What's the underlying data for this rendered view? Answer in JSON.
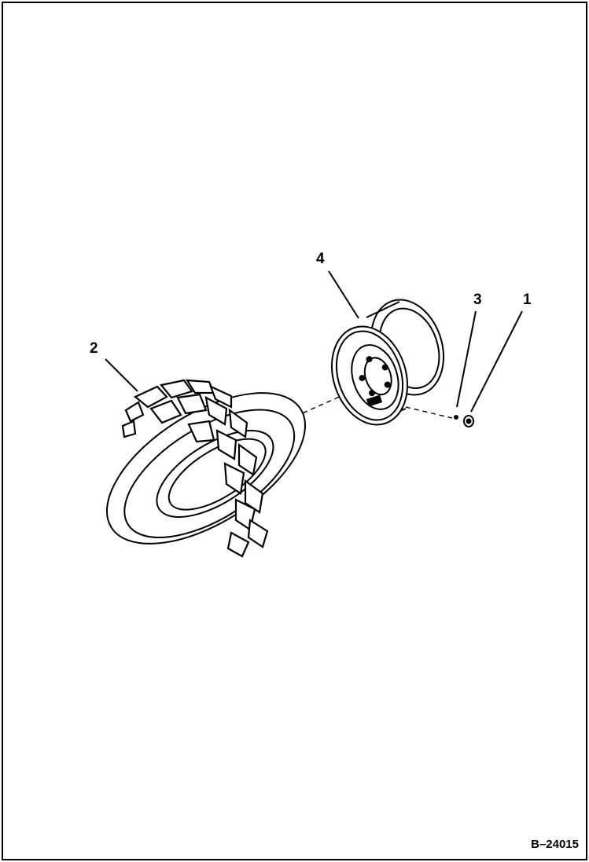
{
  "callouts": [
    {
      "id": "1",
      "label": "1"
    },
    {
      "id": "2",
      "label": "2"
    },
    {
      "id": "3",
      "label": "3"
    },
    {
      "id": "4",
      "label": "4"
    }
  ],
  "figure_ref": "B–24015",
  "icons": [
    "tire-icon",
    "wheel-rim-icon",
    "lug-nut-icon",
    "stud-icon"
  ],
  "colors": {
    "line": "#000000",
    "background": "#ffffff"
  }
}
